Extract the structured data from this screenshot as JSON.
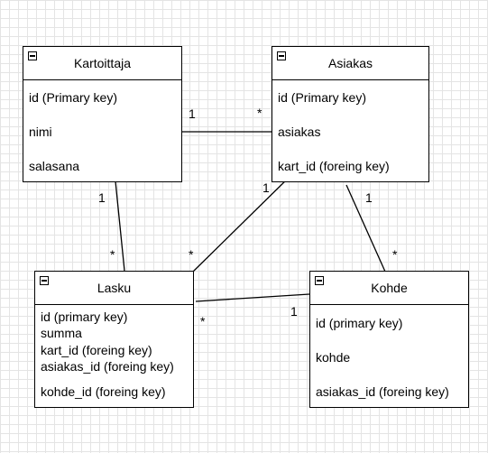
{
  "entities": {
    "kartoittaja": {
      "title": "Kartoittaja",
      "attributes": [
        "id (Primary key)",
        "nimi",
        "salasana"
      ]
    },
    "asiakas": {
      "title": "Asiakas",
      "attributes": [
        "id (Primary key)",
        "asiakas",
        "kart_id (foreing key)"
      ]
    },
    "lasku": {
      "title": "Lasku",
      "attributes": [
        "id (primary key)",
        "summa",
        "kart_id (foreing key)",
        "asiakas_id (foreing key)"
      ],
      "extra_attribute": "kohde_id (foreing key)"
    },
    "kohde": {
      "title": "Kohde",
      "attributes": [
        "id (primary key)",
        "kohde",
        "asiakas_id (foreing key)"
      ]
    }
  },
  "relationships": [
    {
      "from": "Kartoittaja",
      "to": "Asiakas",
      "from_mult": "1",
      "to_mult": "*"
    },
    {
      "from": "Kartoittaja",
      "to": "Lasku",
      "from_mult": "1",
      "to_mult": "*"
    },
    {
      "from": "Asiakas",
      "to": "Lasku",
      "from_mult": "1",
      "to_mult": "*"
    },
    {
      "from": "Asiakas",
      "to": "Kohde",
      "from_mult": "1",
      "to_mult": "*"
    },
    {
      "from": "Kohde",
      "to": "Lasku",
      "from_mult": "1",
      "to_mult": "*"
    }
  ]
}
